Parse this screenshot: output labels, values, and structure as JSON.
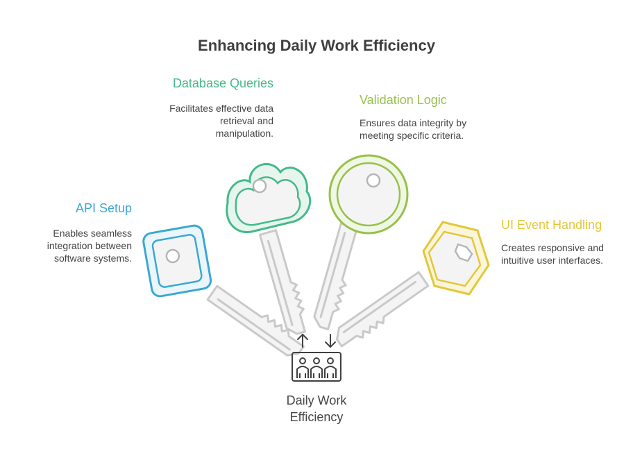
{
  "title": "Enhancing Daily Work Efficiency",
  "center": {
    "label_line1": "Daily Work",
    "label_line2": "Efficiency",
    "icon": "team-icon"
  },
  "colors": {
    "title": "#3f3f3f",
    "api": "#3aa8d2",
    "database": "#44b98a",
    "validation": "#97c14a",
    "ui": "#e3c73a",
    "key_shaft": "#d0d0d0"
  },
  "items": [
    {
      "id": "api",
      "heading": "API Setup",
      "desc": [
        "Enables seamless",
        "integration between",
        "software systems."
      ],
      "icon": "key-icon"
    },
    {
      "id": "database",
      "heading": "Database Queries",
      "desc": [
        "Facilitates effective data",
        "retrieval and",
        "manipulation."
      ],
      "icon": "key-icon"
    },
    {
      "id": "validation",
      "heading": "Validation Logic",
      "desc": [
        "Ensures data integrity by",
        "meeting specific criteria."
      ],
      "icon": "key-icon"
    },
    {
      "id": "ui",
      "heading": "UI Event Handling",
      "desc": [
        "Creates responsive and",
        "intuitive user interfaces."
      ],
      "icon": "key-icon"
    }
  ]
}
